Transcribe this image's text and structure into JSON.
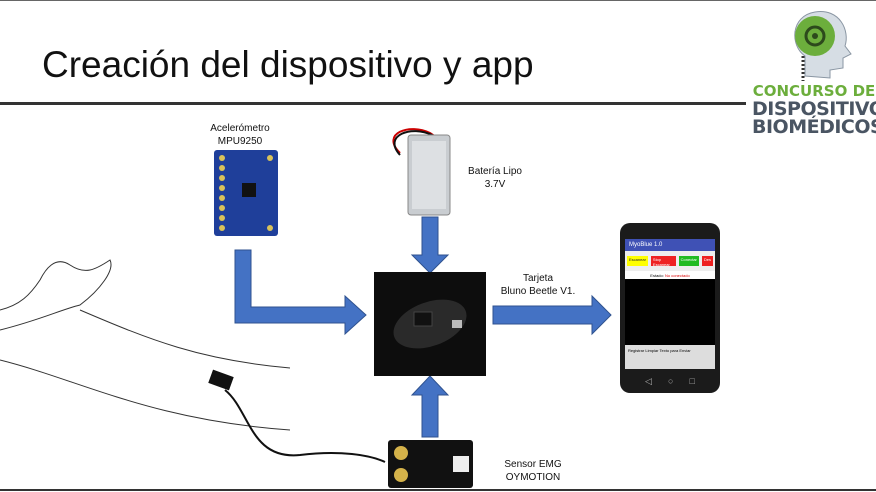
{
  "slide": {
    "title": "Creación del dispositivo y app"
  },
  "logo": {
    "line1": "CONCURSO DE",
    "line2": "DISPOSITIVOS",
    "line3": "BIOMÉDICOS"
  },
  "labels": {
    "accelerometer": "Acelerómetro",
    "accelerometer_model": "MPU9250",
    "battery": "Batería Lipo",
    "battery_voltage": "3.7V",
    "board": "Tarjeta",
    "board_model": "Bluno Beetle V1.",
    "sensor": "Sensor EMG OYMOTION"
  },
  "app": {
    "title": "MyoBlue 1.0",
    "buttons": [
      "Escanear",
      "Stop Escanear",
      "Conectar",
      "Des"
    ],
    "status_label": "Estado:",
    "status_value": "No conectado",
    "bottom": [
      "Registrar",
      "Limpiar",
      "Texto para Enviar"
    ]
  },
  "colors": {
    "arrow": "#4472c4",
    "logo_green": "#6cae3c",
    "logo_gray": "#4a5563"
  }
}
